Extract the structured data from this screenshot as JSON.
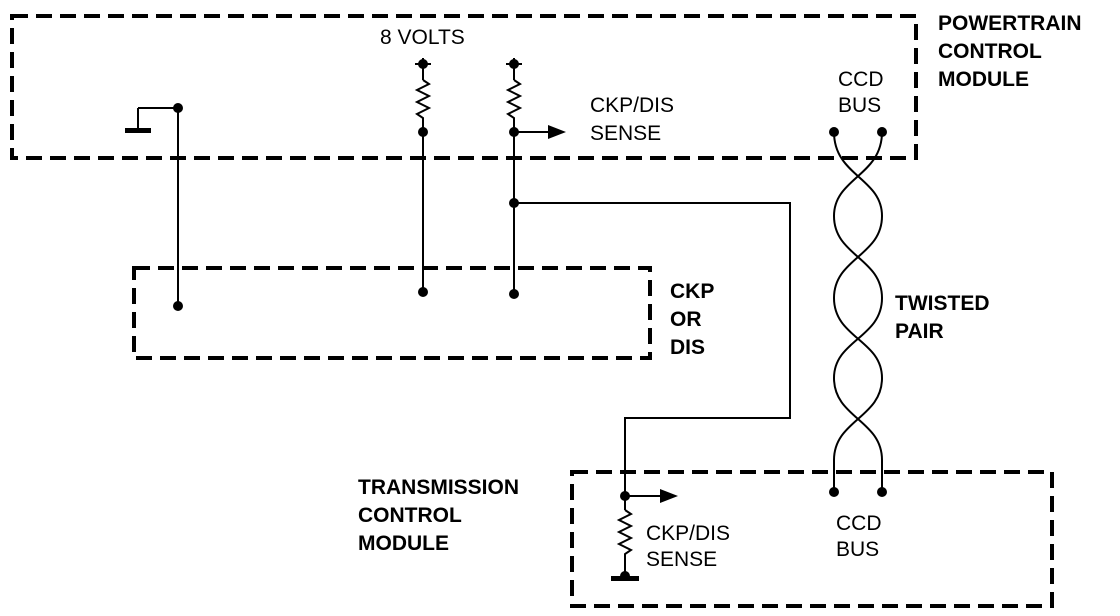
{
  "pcm": {
    "label_lines": [
      "POWERTRAIN",
      "CONTROL",
      "MODULE"
    ],
    "voltage_label": "8 VOLTS",
    "sense_label_lines": [
      "CKP/DIS",
      "SENSE"
    ],
    "bus_label_lines": [
      "CCD",
      "BUS"
    ]
  },
  "sensor": {
    "label_lines": [
      "CKP",
      "OR",
      "DIS"
    ]
  },
  "twisted_pair": {
    "label_lines": [
      "TWISTED",
      "PAIR"
    ]
  },
  "tcm": {
    "label_lines": [
      "TRANSMISSION",
      "CONTROL",
      "MODULE"
    ],
    "sense_label_lines": [
      "CKP/DIS",
      "SENSE"
    ],
    "bus_label_lines": [
      "CCD",
      "BUS"
    ]
  }
}
